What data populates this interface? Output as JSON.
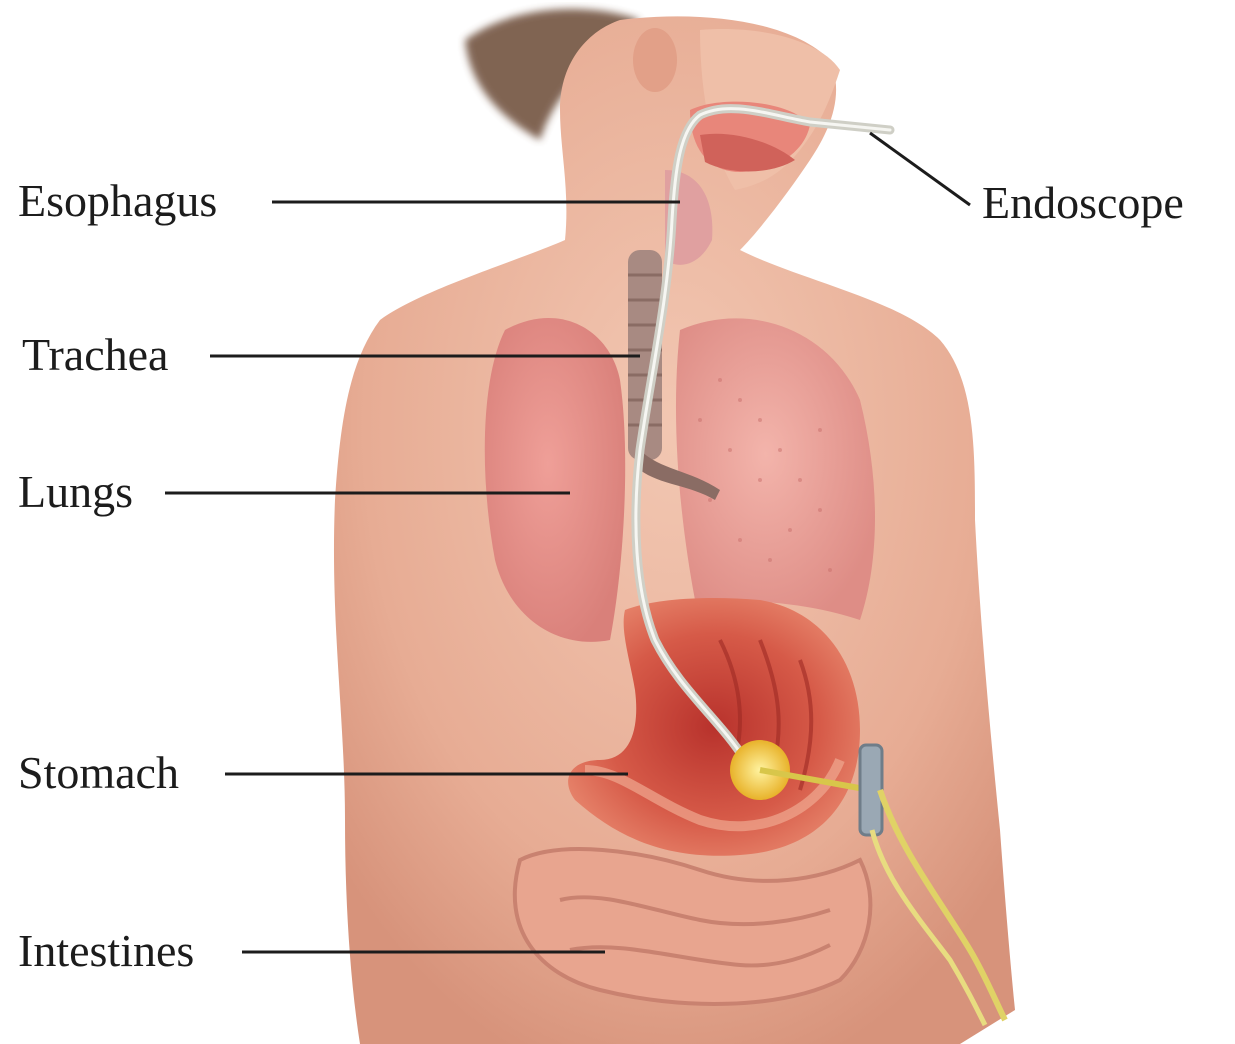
{
  "labels": {
    "esophagus": "Esophagus",
    "trachea": "Trachea",
    "lungs": "Lungs",
    "stomach": "Stomach",
    "intestines": "Intestines",
    "endoscope": "Endoscope"
  },
  "colors": {
    "background": "#ffffff",
    "skin": "#e8b09a",
    "lung": "#e3908a",
    "stomach": "#c9443a",
    "endoscope": "#d8d8d0",
    "leader_line": "#1c1c1c"
  }
}
